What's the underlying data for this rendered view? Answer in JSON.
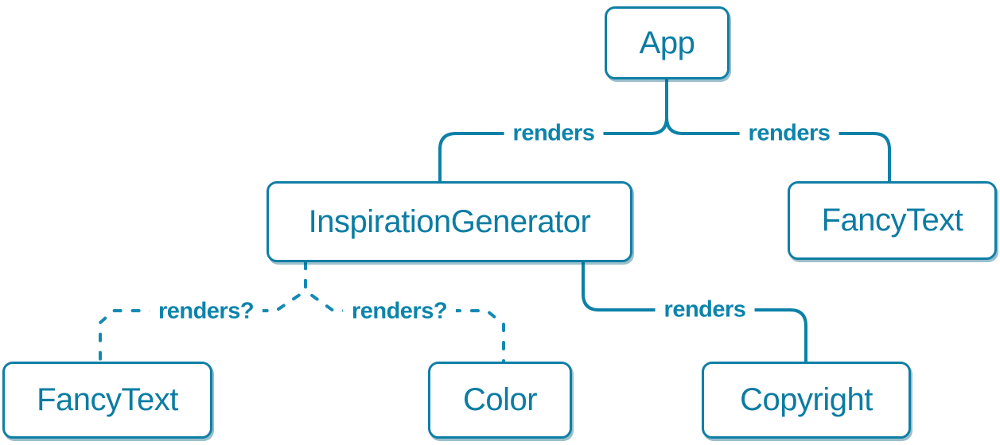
{
  "diagram": {
    "type": "component-render-tree",
    "accent_color": "#087ea4",
    "background_color": "#ffffff",
    "nodes": {
      "app": {
        "label": "App"
      },
      "inspiration_generator": {
        "label": "InspirationGenerator"
      },
      "fancy_text_top": {
        "label": "FancyText"
      },
      "fancy_text_bottom": {
        "label": "FancyText"
      },
      "color": {
        "label": "Color"
      },
      "copyright": {
        "label": "Copyright"
      }
    },
    "edges": {
      "app_to_inspiration_generator": {
        "label": "renders",
        "style": "solid"
      },
      "app_to_fancy_text": {
        "label": "renders",
        "style": "solid"
      },
      "inspiration_generator_to_copyright": {
        "label": "renders",
        "style": "solid"
      },
      "inspiration_generator_to_fancy_text": {
        "label": "renders?",
        "style": "dashed"
      },
      "inspiration_generator_to_color": {
        "label": "renders?",
        "style": "dashed"
      }
    }
  }
}
